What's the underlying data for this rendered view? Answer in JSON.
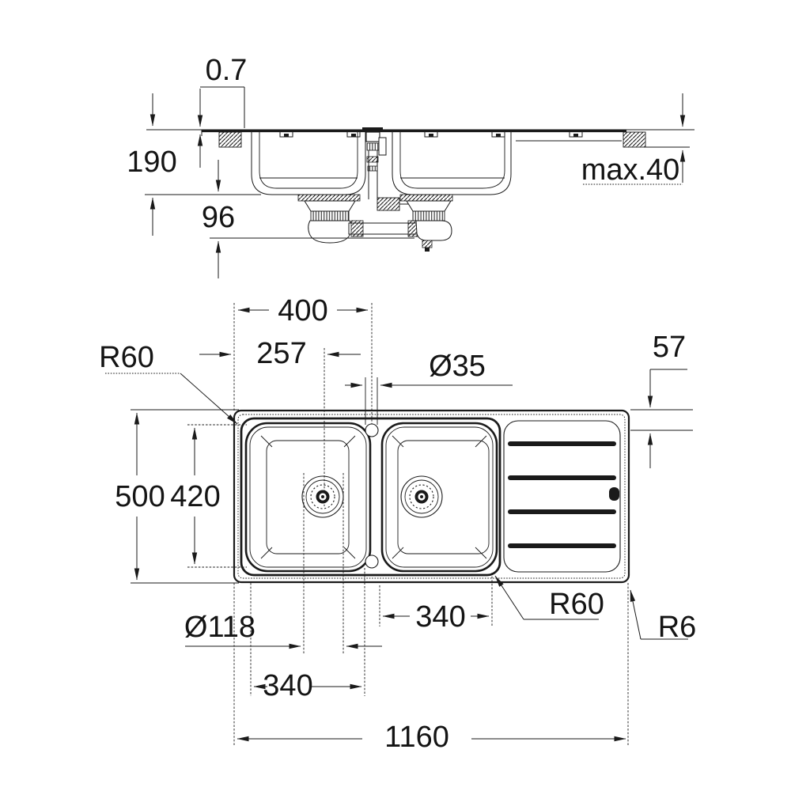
{
  "drawing": {
    "kind": "technical installation drawing",
    "subject": "double-bowl kitchen sink with drainer",
    "units": "mm",
    "line_color": "#1a1a1a",
    "background_color": "#ffffff"
  },
  "elevation": {
    "rim_thickness": "0.7",
    "bowl_depth": "190",
    "trap_clearance": "96",
    "max_worktop_thickness": "max.40"
  },
  "plan": {
    "tap_hole_offset": "400",
    "drain_offset": "257",
    "tap_hole_diameter": "Ø35",
    "edge_to_bowl": "57",
    "overall_depth": "500",
    "bowl_length": "420",
    "bowl_corner_radius_top": "R60",
    "drain_diameter": "Ø118",
    "left_bowl_width": "340",
    "right_bowl_width": "340",
    "bowl_corner_radius_bottom": "R60",
    "outer_corner_radius": "R6",
    "overall_length": "1160"
  }
}
